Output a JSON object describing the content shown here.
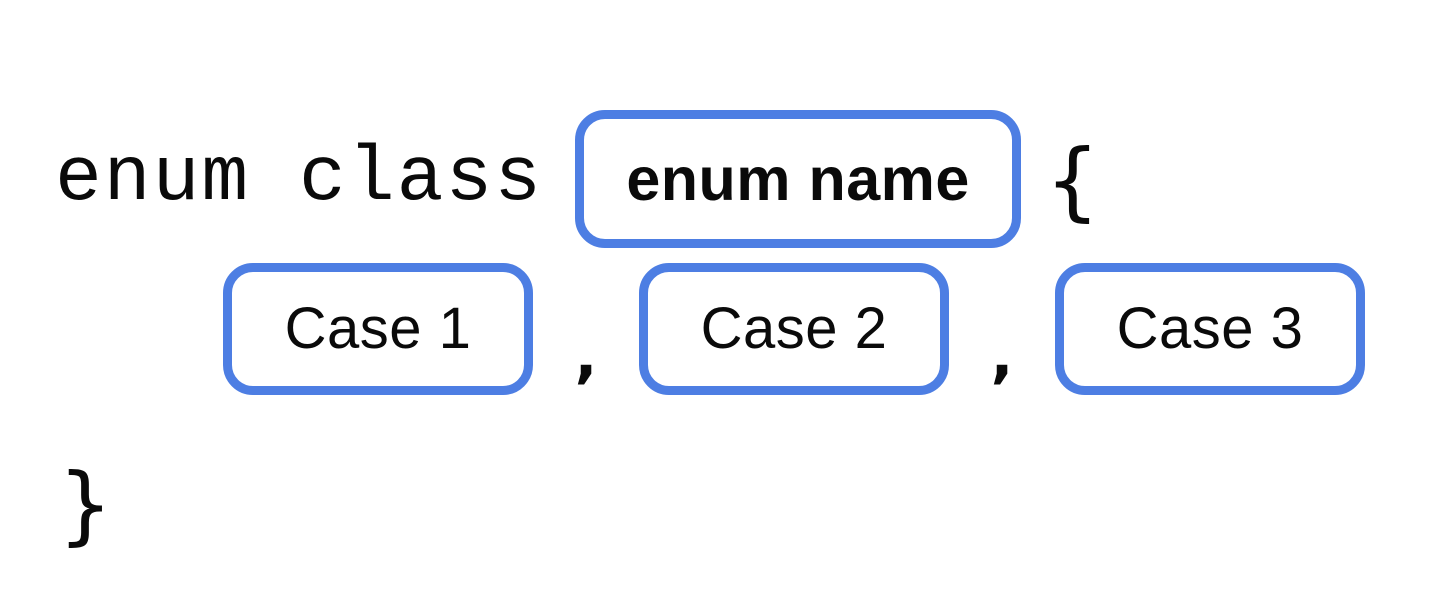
{
  "diagram": {
    "keyword": "enum class",
    "open_brace": "{",
    "close_brace": "}",
    "separator": ",",
    "enum_name": {
      "label": "enum name"
    },
    "cases": [
      {
        "label": "Case 1"
      },
      {
        "label": "Case 2"
      },
      {
        "label": "Case 3"
      }
    ],
    "colors": {
      "box_border": "#4d7ee3",
      "text": "#0a0a0a",
      "background": "#ffffff"
    }
  }
}
